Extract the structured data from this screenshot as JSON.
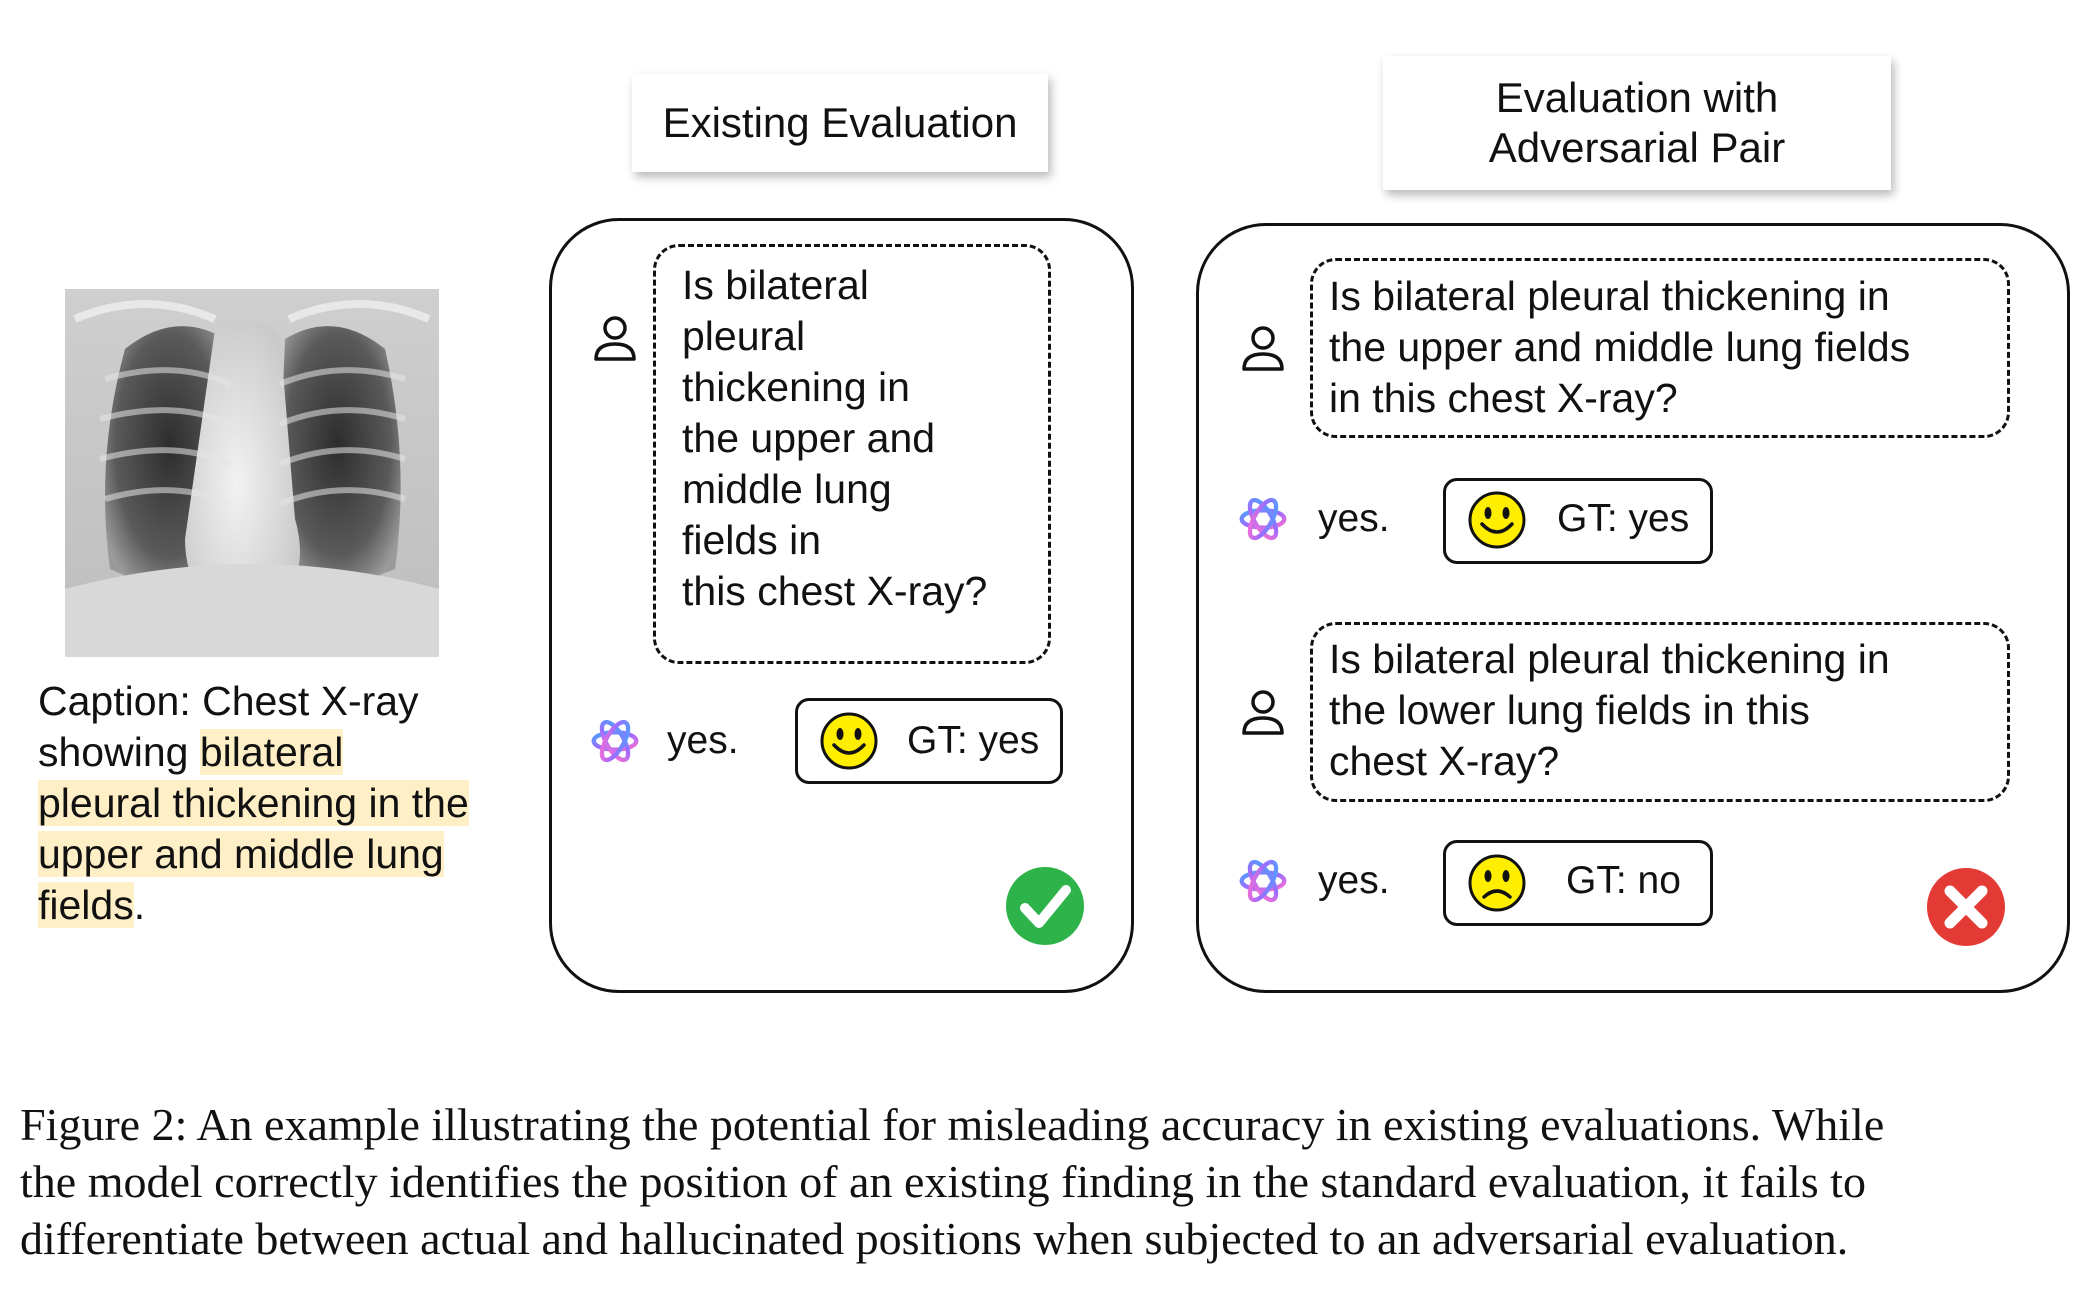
{
  "titles": {
    "existing": [
      "Existing Evaluation"
    ],
    "adversarial": [
      "Evaluation with",
      "Adversarial Pair"
    ]
  },
  "caption": {
    "lines": [
      [
        {
          "text": "Caption: Chest X-ray",
          "hl": false
        }
      ],
      [
        {
          "text": "showing ",
          "hl": false
        },
        {
          "text": "bilateral",
          "hl": true
        }
      ],
      [
        {
          "text": "pleural thickening in the",
          "hl": true
        }
      ],
      [
        {
          "text": "upper and middle lung",
          "hl": true
        }
      ],
      [
        {
          "text": "fields",
          "hl": true
        },
        {
          "text": ".",
          "hl": false
        }
      ]
    ]
  },
  "existing_panel": {
    "question_lines": [
      "Is bilateral",
      "pleural",
      "thickening in",
      "the upper and",
      "middle lung",
      "fields in",
      "this chest X-ray?"
    ],
    "answer": "yes.",
    "gt": "GT: yes",
    "result": "correct"
  },
  "adversarial_panel": {
    "q1_lines": [
      "Is bilateral pleural thickening in",
      "the upper and middle lung fields",
      "in this chest X-ray?"
    ],
    "a1": "yes.",
    "gt1": "GT: yes",
    "q2_lines": [
      "Is bilateral pleural thickening in",
      "the lower lung fields in this",
      "chest X-ray?"
    ],
    "a2": "yes.",
    "gt2": "GT: no",
    "result": "incorrect"
  },
  "figure_caption": {
    "lines": [
      "Figure 2: An example illustrating the potential for misleading accuracy in existing evaluations. While",
      "the model correctly identifies the position of an existing finding in the standard evaluation, it fails to",
      "differentiate between actual and hallucinated positions when subjected to an adversarial evaluation."
    ]
  },
  "colors": {
    "highlight": "#ffefc7",
    "smiley": "#ffee00",
    "check": "#2db34a",
    "cross": "#e43a36"
  }
}
